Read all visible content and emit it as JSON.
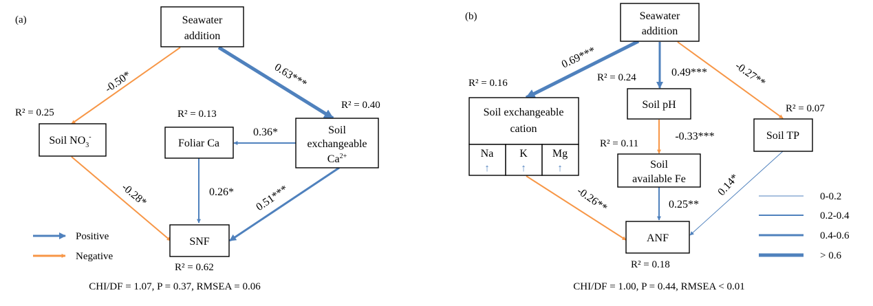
{
  "colors": {
    "positive": "#4f81bd",
    "negative": "#f79646"
  },
  "panel_a": {
    "label": "(a)",
    "nodes": {
      "seawater": [
        "Seawater",
        "addition"
      ],
      "soil_no3": {
        "base": "Soil NO",
        "sub": "3",
        "sup": "-"
      },
      "foliar_ca": "Foliar Ca",
      "soil_exch_ca": {
        "line1": "Soil",
        "line2": "exchangeable",
        "line3_base": "Ca",
        "line3_sup": "2+"
      },
      "snf": "SNF"
    },
    "r2": {
      "soil_no3": "R² = 0.25",
      "foliar_ca": "R² = 0.13",
      "soil_exch_ca": "R² = 0.40",
      "snf": "R² = 0.62"
    },
    "paths": [
      {
        "from": "seawater",
        "to": "soil_no3",
        "coef": "-0.50*",
        "sign": "negative",
        "width_class": "0.4-0.6"
      },
      {
        "from": "seawater",
        "to": "soil_exch_ca",
        "coef": "0.63***",
        "sign": "positive",
        "width_class": "> 0.6"
      },
      {
        "from": "soil_exch_ca",
        "to": "foliar_ca",
        "coef": "0.36*",
        "sign": "positive",
        "width_class": "0.2-0.4"
      },
      {
        "from": "soil_no3",
        "to": "snf",
        "coef": "-0.28*",
        "sign": "negative",
        "width_class": "0.2-0.4"
      },
      {
        "from": "foliar_ca",
        "to": "snf",
        "coef": "0.26*",
        "sign": "positive",
        "width_class": "0.2-0.4"
      },
      {
        "from": "soil_exch_ca",
        "to": "snf",
        "coef": "0.51***",
        "sign": "positive",
        "width_class": "0.4-0.6"
      }
    ],
    "fit": "CHI/DF = 1.07,  P = 0.37, RMSEA = 0.06",
    "legend": [
      {
        "label": "Positive",
        "color": "#4f81bd"
      },
      {
        "label": "Negative",
        "color": "#f79646"
      }
    ]
  },
  "panel_b": {
    "label": "(b)",
    "nodes": {
      "seawater": [
        "Seawater",
        "addition"
      ],
      "soil_exch_cation": [
        "Soil exchangeable",
        "cation"
      ],
      "cations": [
        "Na",
        "K",
        "Mg"
      ],
      "cation_arrow": "↑",
      "soil_ph": "Soil pH",
      "soil_tp": "Soil TP",
      "soil_fe": [
        "Soil",
        "available Fe"
      ],
      "anf": "ANF"
    },
    "r2": {
      "soil_exch_cation": "R² = 0.16",
      "soil_ph": "R² = 0.24",
      "soil_tp": "R² = 0.07",
      "soil_fe": "R² = 0.11",
      "anf": "R² = 0.18"
    },
    "paths": [
      {
        "from": "seawater",
        "to": "soil_exch_cation",
        "coef": "0.69***",
        "sign": "positive",
        "width_class": "> 0.6"
      },
      {
        "from": "seawater",
        "to": "soil_ph",
        "coef": "0.49***",
        "sign": "positive",
        "width_class": "0.4-0.6"
      },
      {
        "from": "seawater",
        "to": "soil_tp",
        "coef": "-0.27**",
        "sign": "negative",
        "width_class": "0.2-0.4"
      },
      {
        "from": "soil_ph",
        "to": "soil_fe",
        "coef": "-0.33***",
        "sign": "negative",
        "width_class": "0.2-0.4"
      },
      {
        "from": "soil_exch_cation",
        "to": "anf",
        "coef": "-0.26**",
        "sign": "negative",
        "width_class": "0.2-0.4"
      },
      {
        "from": "soil_fe",
        "to": "anf",
        "coef": "0.25**",
        "sign": "positive",
        "width_class": "0.2-0.4"
      },
      {
        "from": "soil_tp",
        "to": "anf",
        "coef": "0.14*",
        "sign": "positive",
        "width_class": "0-0.2"
      }
    ],
    "fit": "CHI/DF = 1.00, P = 0.44, RMSEA < 0.01",
    "legend": [
      "0-0.2",
      "0.2-0.4",
      "0.4-0.6",
      "> 0.6"
    ]
  }
}
